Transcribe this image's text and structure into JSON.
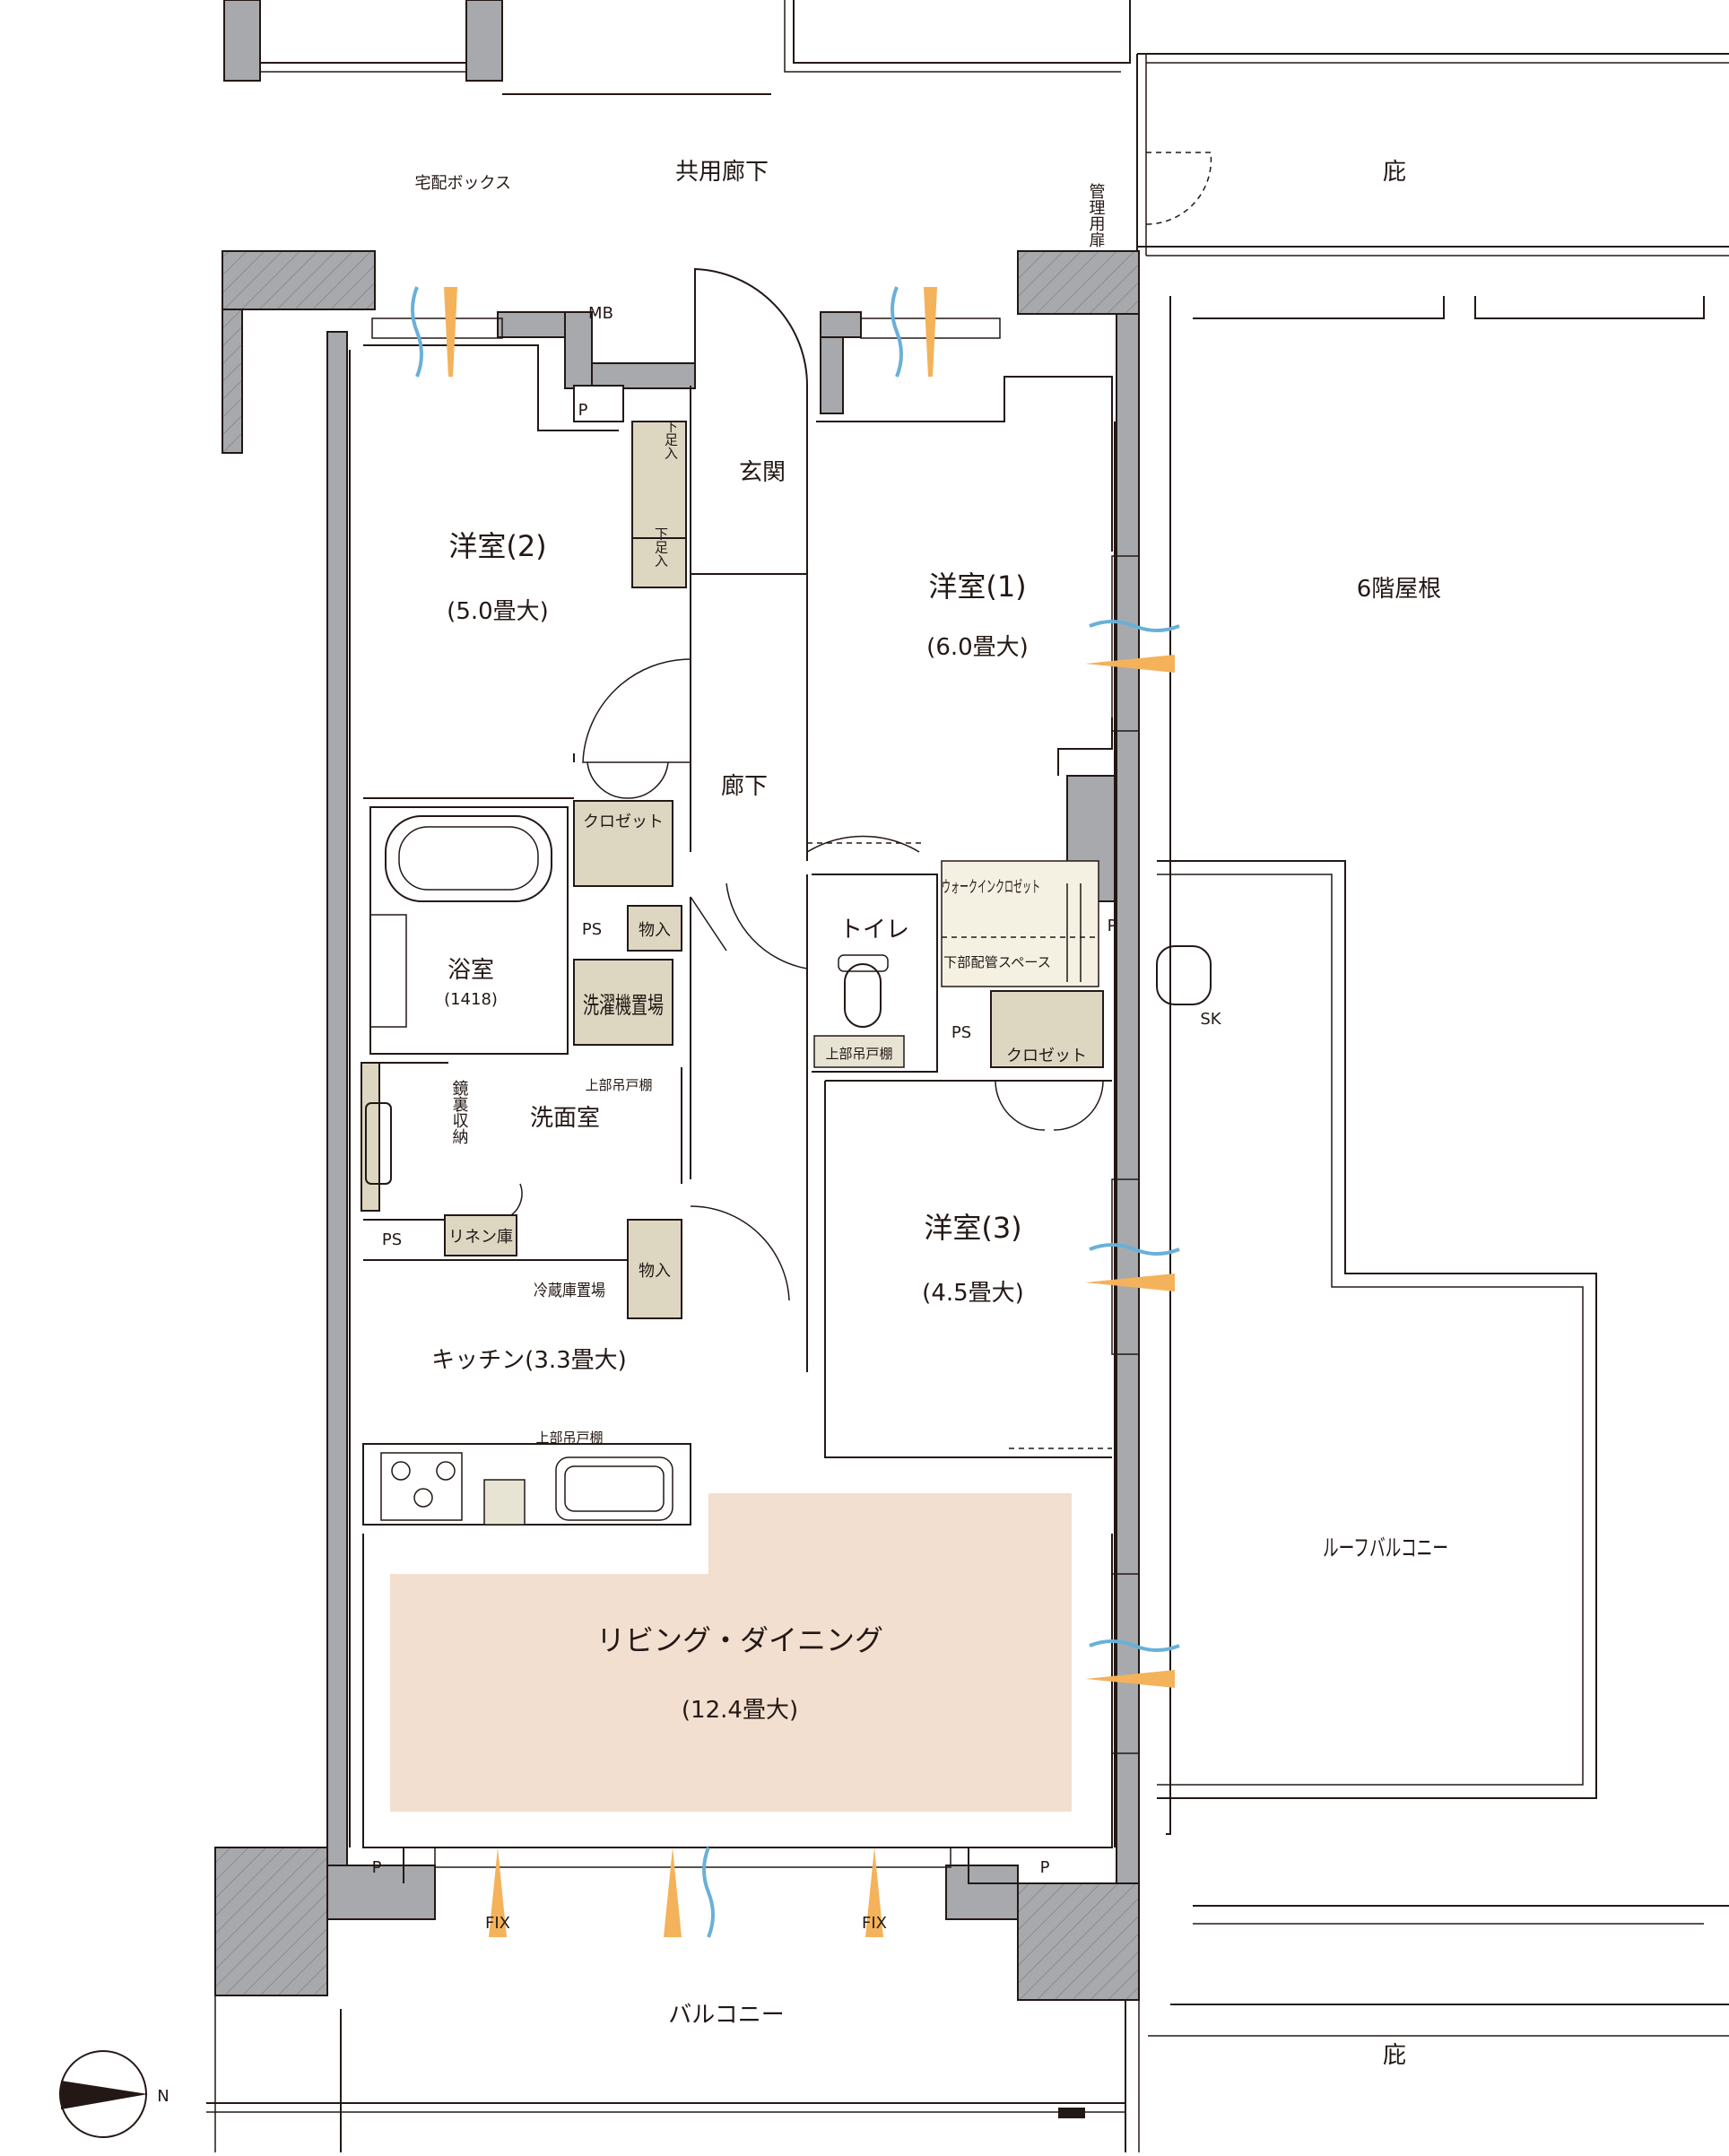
{
  "colors": {
    "wall": "#a7a9ac",
    "line": "#231815",
    "living_highlight": "#f2dfcf",
    "storage_fill": "#ddd7c2",
    "air_flow_blue": "#6ab0d8",
    "light_orange": "#f4b25a"
  },
  "icons": [
    "north-arrow-icon",
    "air-flow-icon",
    "sunlight-icon",
    "stove-burner-icon",
    "bathtub-icon",
    "toilet-icon",
    "sink-icon"
  ],
  "labels": {
    "common_corridor": "共用廊下",
    "eaves_top": "庇",
    "delivery_box": "宅配ボックス",
    "mb": "MB",
    "admin_door": "管理用扉",
    "entrance": "玄関",
    "shoe_storage_1": "下足入",
    "shoe_storage_2": "下足入",
    "room2_name": "洋室(2)",
    "room2_size": "(5.0畳大)",
    "room1_name": "洋室(1)",
    "room1_size": "(6.0畳大)",
    "roof_6f": "6階屋根",
    "hallway": "廊下",
    "closet_room2": "クロゼット",
    "walkin_closet": "ウォークインクロゼット",
    "pipe_space_under": "下部配管スペース",
    "bathroom": "浴室",
    "bathroom_size": "(1418)",
    "toilet": "トイレ",
    "upper_cabinet_toilet": "上部吊戸棚",
    "storage_1": "物入",
    "storage_2": "物入",
    "washer_area": "洗濯機置場",
    "upper_cabinet_washroom": "上部吊戸棚",
    "washroom": "洗面室",
    "mirror_storage": "鏡裏収納",
    "linen": "リネン庫",
    "closet_room3": "クロゼット",
    "room3_name": "洋室(3)",
    "room3_size": "(4.5畳大)",
    "fridge_area": "冷蔵庫置場",
    "kitchen": "キッチン(3.3畳大)",
    "upper_cabinet_kitchen": "上部吊戸棚",
    "living_dining": "リビング・ダイニング",
    "living_dining_size": "(12.4畳大)",
    "roof_balcony": "ルーフバルコニー",
    "sk": "SK",
    "fix_left": "FIX",
    "fix_right": "FIX",
    "balcony": "バルコニー",
    "eaves_bottom": "庇",
    "north": "N",
    "p_marks": [
      "P",
      "P",
      "P",
      "P"
    ],
    "ps_marks": [
      "PS",
      "PS",
      "PS"
    ]
  }
}
